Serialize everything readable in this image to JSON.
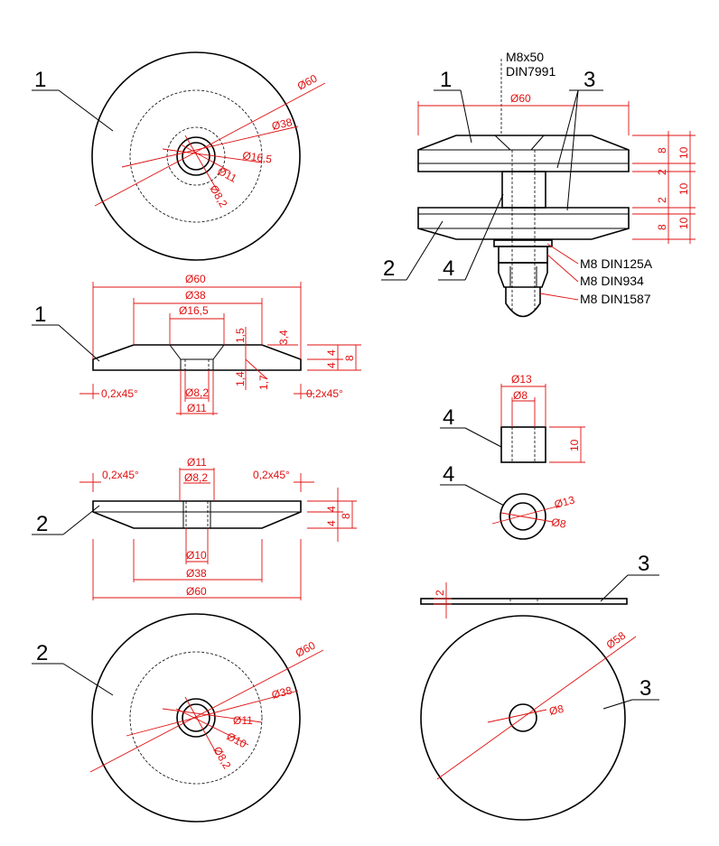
{
  "colors": {
    "dimension": "#e01010",
    "outline": "#000000",
    "background": "#ffffff"
  },
  "part_labels": {
    "p1": "1",
    "p2": "2",
    "p3": "3",
    "p4": "4"
  },
  "assembly": {
    "bolt_line1": "M8x50",
    "bolt_line2": "DIN7991",
    "dia_60": "Ø60",
    "heights": [
      "8",
      "10",
      "2",
      "10",
      "2",
      "8",
      "10"
    ],
    "callouts": [
      "M8 DIN125A",
      "M8 DIN934",
      "M8 DIN1587"
    ]
  },
  "part1_top": {
    "d60": "Ø60",
    "d38": "Ø38",
    "d16_5": "Ø16,5",
    "d11": "Ø11",
    "d8_2": "Ø8,2"
  },
  "part1_section": {
    "d60": "Ø60",
    "d38": "Ø38",
    "d16_5": "Ø16,5",
    "v15": "1,5",
    "v34": "3,4",
    "v14": "1,4",
    "v17": "1,7",
    "h4a": "4",
    "h4b": "4",
    "h8": "8",
    "chamfer_l": "0,2x45°",
    "chamfer_r": "0,2x45°",
    "d8_2": "Ø8,2",
    "d11": "Ø11"
  },
  "part2_section": {
    "d11": "Ø11",
    "d8_2": "Ø8,2",
    "chamfer_l": "0,2x45°",
    "chamfer_r": "0,2x45°",
    "h4a": "4",
    "h4b": "4",
    "h8": "8",
    "d10": "Ø10",
    "d38": "Ø38",
    "d60": "Ø60"
  },
  "part2_top": {
    "d60": "Ø60",
    "d38": "Ø38",
    "d11": "Ø11",
    "d10": "Ø10",
    "d8_2": "Ø8,2"
  },
  "part4": {
    "d13": "Ø13",
    "d8": "Ø8",
    "h10": "10",
    "c_d13": "Ø13",
    "c_d8": "Ø8"
  },
  "part3": {
    "t2": "2",
    "d58": "Ø58",
    "d8": "Ø8"
  }
}
